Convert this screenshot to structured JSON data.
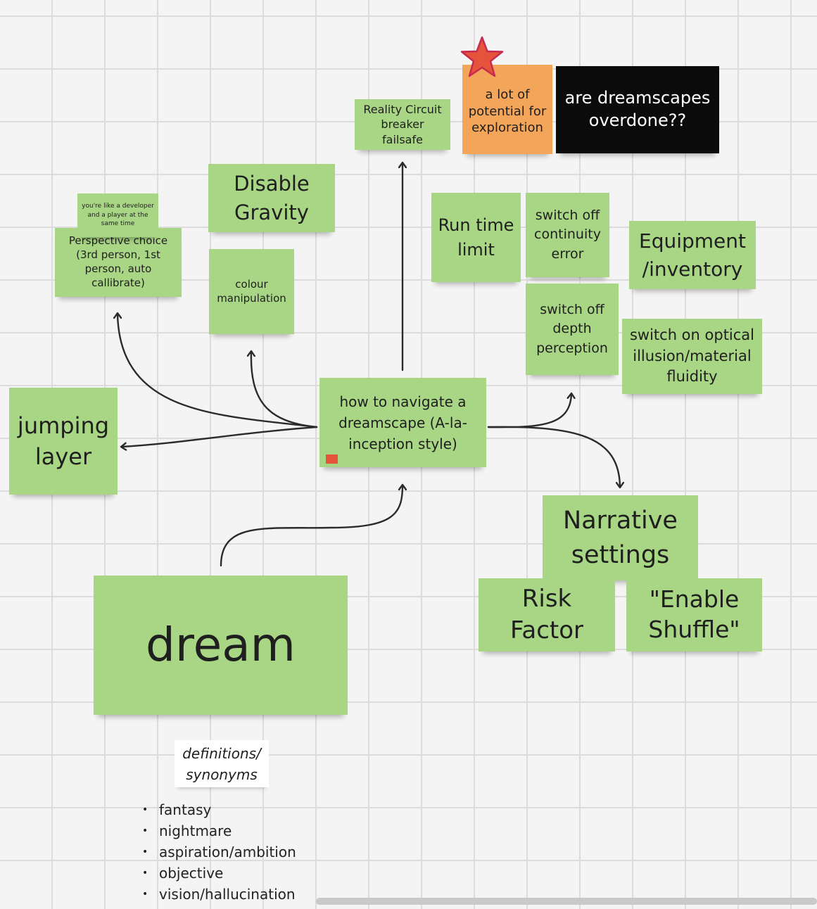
{
  "board": {
    "center_note": "how to navigate a dreamscape (A-la-inception style)",
    "main_note": "dream",
    "notes": {
      "reality_circuit": "Reality Circuit breaker failsafe",
      "potential": "a lot of potential for exploration",
      "overdone": "are dreamscapes overdone??",
      "disable_gravity": "Disable Gravity",
      "developer_player": "you're like a developer and a player at the same time",
      "perspective_choice": "Perspective choice (3rd person, 1st person, auto callibrate)",
      "colour_manipulation": "colour manipulation",
      "run_time_limit": "Run time limit",
      "continuity_error": "switch off continuity error",
      "equipment_inventory": "Equipment /inventory",
      "depth_perception": "switch off depth perception",
      "optical_illusion": "switch on optical illusion/material fluidity",
      "jumping_layer": "jumping layer",
      "narrative_settings": "Narrative settings",
      "risk_factor": "Risk Factor",
      "enable_shuffle": "\"Enable Shuffle\""
    },
    "definitions_label": "definitions/ synonyms",
    "synonyms": [
      "fantasy",
      "nightmare",
      "aspiration/ambition",
      "objective",
      "vision/hallucination"
    ]
  },
  "colors": {
    "sticky_green": "#a8d685",
    "sticky_orange": "#f3a55a",
    "sticky_black": "#0b0b0b",
    "star_red": "#e5533a",
    "grid": "#dcdcdc"
  },
  "icons": [
    "star-icon",
    "red-tag-icon"
  ]
}
